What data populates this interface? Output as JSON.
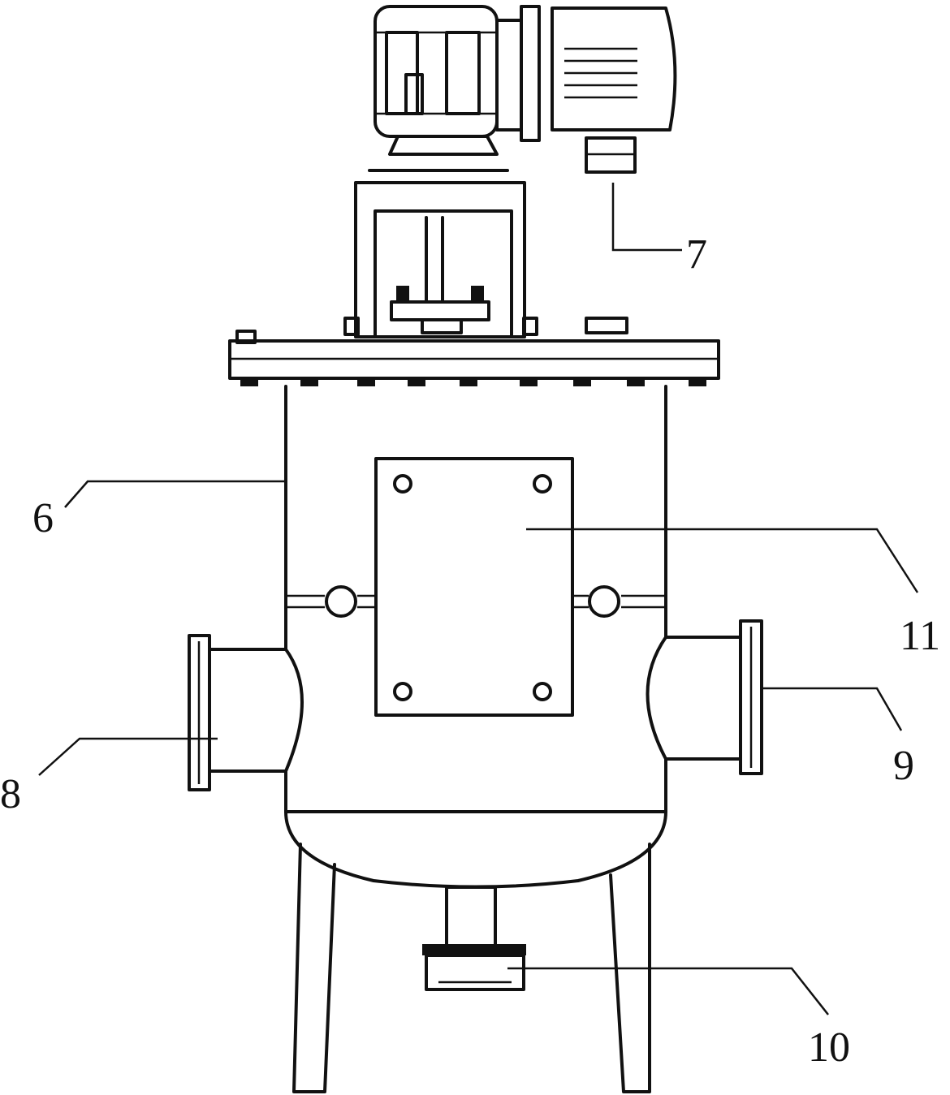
{
  "diagram": {
    "callouts": [
      {
        "id": "6",
        "label": "6"
      },
      {
        "id": "7",
        "label": "7"
      },
      {
        "id": "8",
        "label": "8"
      },
      {
        "id": "9",
        "label": "9"
      },
      {
        "id": "10",
        "label": "10"
      },
      {
        "id": "11",
        "label": "11"
      }
    ]
  }
}
